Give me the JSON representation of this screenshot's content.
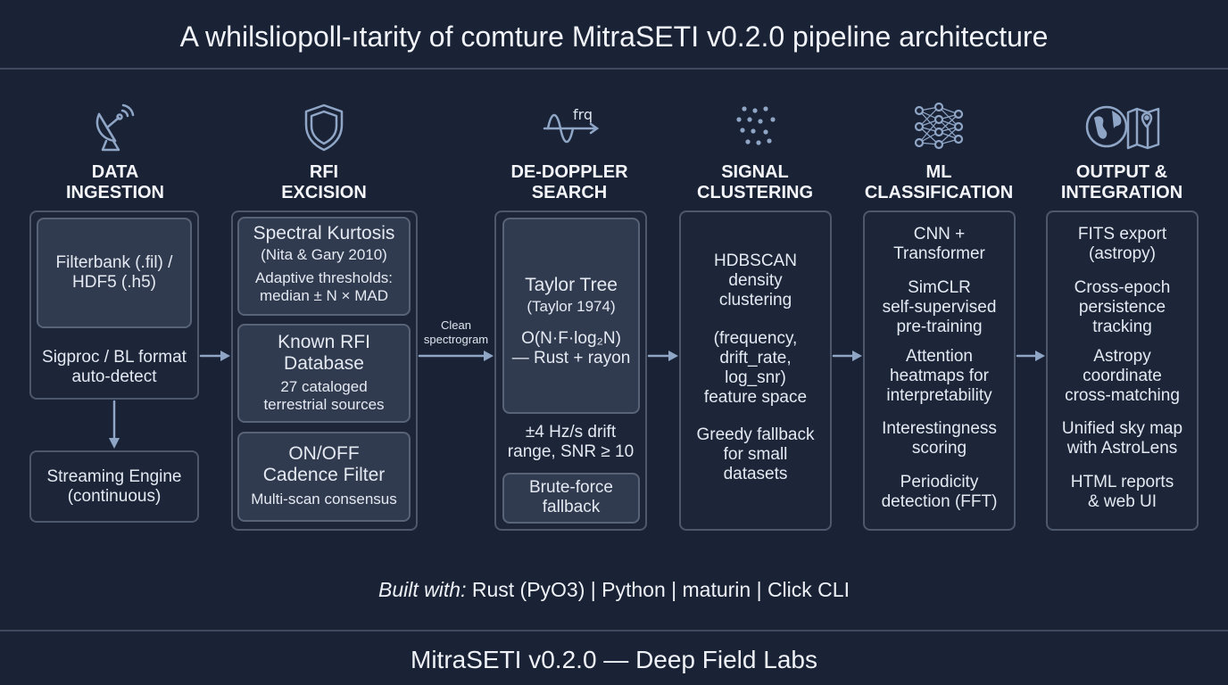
{
  "title": "A whilsliopoll-ıtarity of comture MitraSETI v0.2.0 pipeline architecture",
  "accent_color": "#8fa6c6",
  "stages": {
    "ingestion": {
      "icon": "satellite-dish-icon",
      "title": "DATA\nINGESTION",
      "format_box": "Filterbank (.fil) /\nHDF5 (.h5)",
      "format_note": "Sigproc / BL format\nauto-detect",
      "streaming": "Streaming Engine\n(continuous)"
    },
    "rfi": {
      "icon": "shield-icon",
      "title": "RFI\nEXCISION",
      "kurtosis_title": "Spectral Kurtosis",
      "kurtosis_ref": "(Nita & Gary 2010)",
      "kurtosis_detail": "Adaptive thresholds:\nmedian ± N × MAD",
      "database_title": "Known RFI\nDatabase",
      "database_detail": "27 cataloged\nterrestrial sources",
      "cadence_title": "ON/OFF\nCadence Filter",
      "cadence_detail": "Multi-scan consensus"
    },
    "dedoppler": {
      "icon": "frequency-wave-icon",
      "icon_label": "frq",
      "title": "DE-DOPPLER\nSEARCH",
      "arrow_label": "Clean\nspectrogram",
      "taylor_title": "Taylor Tree",
      "taylor_ref": "(Taylor 1974)",
      "taylor_detail": "O(N·F·log₂N)\n— Rust + rayon",
      "range": "±4 Hz/s drift\nrange, SNR ≥ 10",
      "fallback": "Brute-force\nfallback"
    },
    "clustering": {
      "icon": "scatter-points-icon",
      "title": "SIGNAL\nCLUSTERING",
      "items": [
        "HDBSCAN\ndensity\nclustering",
        "(frequency,\ndrift_rate,\nlog_snr)\nfeature space",
        "Greedy fallback\nfor small\ndatasets"
      ]
    },
    "classification": {
      "icon": "neural-network-icon",
      "title": "ML\nCLASSIFICATION",
      "items": [
        "CNN +\nTransformer",
        "SimCLR\nself-supervised\npre-training",
        "Attention\nheatmaps for\ninterpretability",
        "Interestingness\nscoring",
        "Periodicity\ndetection (FFT)"
      ]
    },
    "output": {
      "icon": "globe-map-icon",
      "title": "OUTPUT &\nINTEGRATION",
      "items": [
        "FITS export\n(astropy)",
        "Cross-epoch\npersistence\ntracking",
        "Astropy\ncoordinate\ncross-matching",
        "Unified sky map\nwith AstroLens",
        "HTML reports\n& web UI"
      ]
    }
  },
  "built_with": {
    "label": "Built with:",
    "tools": "Rust (PyO3) | Python | maturin | Click CLI"
  },
  "footer": "MitraSETI v0.2.0 — Deep Field Labs"
}
